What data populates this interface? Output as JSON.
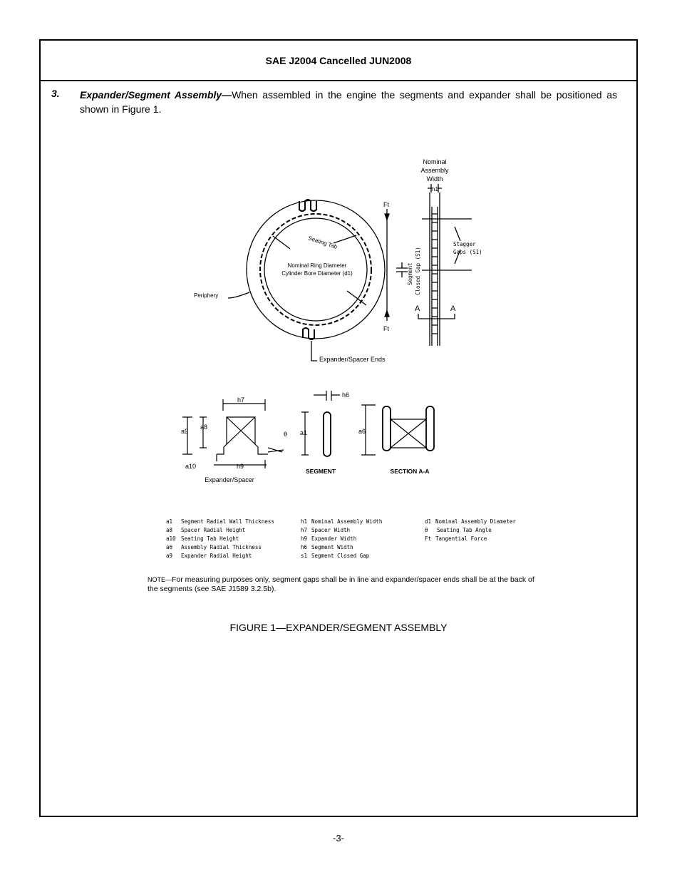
{
  "header": {
    "title": "SAE J2004 Cancelled JUN2008"
  },
  "section": {
    "number": "3.",
    "heading": "Expander/Segment Assembly—",
    "body": "When assembled in the engine the segments and expander shall be positioned as shown in Figure 1."
  },
  "figure": {
    "labels": {
      "nominal_assembly_width": [
        "Nominal",
        "Assembly",
        "Width"
      ],
      "h1": "h1",
      "ft_top": "Ft",
      "ft_bottom": "Ft",
      "seating_tab": "Seating Tab",
      "ring_diameter": "Nominal Ring Diameter",
      "bore_diameter": "Cylinder Bore Diameter (d1)",
      "periphery": "Periphery",
      "expander_ends": "Expander/Spacer Ends",
      "segment_closed_gap": [
        "Segment",
        "Closed Gap (S1)"
      ],
      "stagger_gaps": [
        "Stagger",
        "Gaps (S1)"
      ],
      "section_a_left": "A",
      "section_a_right": "A",
      "h7": "h7",
      "a9": "a9",
      "a8": "a8",
      "theta": "θ",
      "a10": "a10",
      "h9": "h9",
      "expander_spacer": "Expander/Spacer",
      "h6": "h6",
      "a1": "a1",
      "a6": "a6",
      "segment": "SEGMENT",
      "section_aa": "SECTION A-A"
    },
    "legend": [
      [
        {
          "sym": "a1",
          "text": "Segment Radial Wall Thickness"
        },
        {
          "sym": "a8",
          "text": "Spacer Radial Height"
        },
        {
          "sym": "a10",
          "text": "Seating Tab Height"
        },
        {
          "sym": "a6",
          "text": "Assembly Radial Thickness"
        },
        {
          "sym": "a9",
          "text": "Expander Radial Height"
        }
      ],
      [
        {
          "sym": "h1",
          "text": "Nominal Assembly Width"
        },
        {
          "sym": "h7",
          "text": "Spacer Width"
        },
        {
          "sym": "h9",
          "text": "Expander Width"
        },
        {
          "sym": "h6",
          "text": "Segment Width"
        },
        {
          "sym": "s1",
          "text": "Segment Closed Gap"
        }
      ],
      [
        {
          "sym": "d1",
          "text": "Nominal Assembly Diameter"
        },
        {
          "sym": "θ",
          "text": "Seating Tab Angle"
        },
        {
          "sym": "Ft",
          "text": "Tangential Force"
        }
      ]
    ],
    "note_prefix": "NOTE—",
    "note": "For measuring purposes only, segment gaps shall be in line and expander/spacer ends shall be at the back of the segments (see SAE J1589 3.2.5b).",
    "caption": "FIGURE 1—EXPANDER/SEGMENT ASSEMBLY"
  },
  "footer": {
    "page": "-3-"
  }
}
